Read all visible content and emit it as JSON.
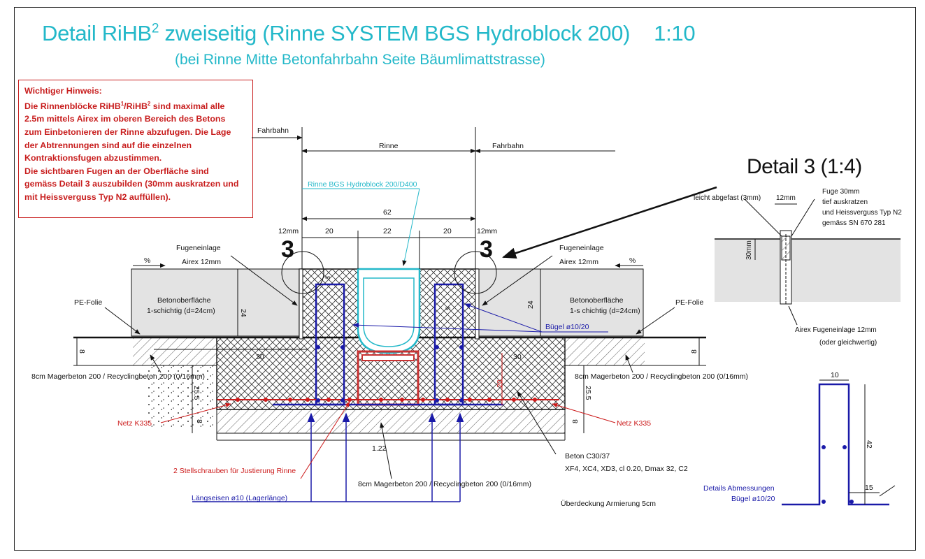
{
  "title": {
    "main": "Detail RiHB",
    "main_sup": "2",
    "main_rest": " zweiseitig (Rinne SYSTEM BGS Hydroblock 200)",
    "scale": "1:10",
    "subtitle": "(bei Rinne Mitte Betonfahrbahn Seite Bäumlimattstrasse)"
  },
  "notice": {
    "heading": "Wichtiger Hinweis:",
    "line1_a": "Die Rinnenblöcke RiHB",
    "line1_sup1": "1",
    "line1_b": "/RiHB",
    "line1_sup2": "2",
    "line1_c": " sind maximal alle",
    "line2": "2.5m mittels Airex im oberen Bereich des Betons",
    "line3": "zum Einbetonieren der Rinne abzufugen. Die Lage",
    "line4": "der Abtrennungen sind auf die einzelnen",
    "line5": "Kontraktionsfugen abzustimmen.",
    "line6": "Die sichtbaren Fugen an der Oberfläche sind",
    "line7": "gemäss Detail 3 auszubilden (30mm auskratzen und",
    "line8": "mit Heissverguss Typ N2 auffüllen)."
  },
  "section": {
    "fahrbahn_left": "Fahrbahn",
    "rinne": "Rinne",
    "fahrbahn_right": "Fahrbahn",
    "rinne_bgs": "Rinne BGS Hydroblock 200/D400",
    "dim_62": "62",
    "dim_20a": "20",
    "dim_22": "22",
    "dim_20b": "20",
    "dim_12mm_l": "12mm",
    "dim_12mm_r": "12mm",
    "marker_3_l": "3",
    "marker_3_r": "3",
    "fugeneinlage_l": "Fugeneinlage",
    "airex_l": "Airex 12mm",
    "fugeneinlage_r": "Fugeneinlage",
    "airex_r": "Airex 12mm",
    "pct_l": "%",
    "pct_r": "%",
    "betonoberflaeche_l": "Betonoberfläche",
    "schicht_l": "1-schichtig (d=24cm)",
    "betonoberflaeche_r": "Betonoberfläche",
    "schicht_r": "1-s chichtig (d=24cm)",
    "pe_folie_l": "PE-Folie",
    "pe_folie_r": "PE-Folie",
    "dim_24_l": "24",
    "dim_24_r": "24",
    "dim_8_l": "8",
    "dim_8_r": "8",
    "dim_30_l": "30",
    "dim_30_r": "30",
    "dim_25_5_l": "25.5",
    "dim_25_5_r": "25.5",
    "dim_8_lower_l": "8",
    "dim_8_lower_r": "8",
    "dim_5": "5",
    "dim_3": "3",
    "dim_20_red": "20",
    "dim_1_22": "1.22",
    "buegel": "Bügel ø10/20",
    "magerbeton_l": "8cm Magerbeton 200 / Recyclingbeton 200 (0/16mm)",
    "magerbeton_r": "8cm Magerbeton 200 / Recyclingbeton 200 (0/16mm)",
    "magerbeton_bottom": "8cm Magerbeton 200 / Recyclingbeton 200 (0/16mm)",
    "netz_l": "Netz K335",
    "netz_r": "Netz K335",
    "beton_c30": "Beton C30/37",
    "beton_spec": "XF4, XC4, XD3, cl 0.20, Dmax 32, C2",
    "stellschrauben": "2 Stellschrauben für Justierung Rinne",
    "laengseisen": "Längseisen ø10 (Lagerlänge)",
    "ueberdeckung": "Überdeckung Armierung 5cm"
  },
  "detail3": {
    "title": "Detail 3 (1:4)",
    "abgefast": "leicht abgefast (3mm)",
    "dim_12mm": "12mm",
    "fuge": "Fuge 30mm",
    "fuge_l2": "tief auskratzen",
    "fuge_l3": "und Heissverguss Typ N2",
    "fuge_l4": "gemäss SN 670 281",
    "dim_30mm": "30mm",
    "airex": "Airex Fugeneinlage 12mm",
    "airex_l2": "(oder gleichwertig)"
  },
  "buegel_detail": {
    "dim_10": "10",
    "dim_42": "42",
    "dim_15": "15",
    "label1": "Details Abmessungen",
    "label2": "Bügel ø10/20"
  }
}
